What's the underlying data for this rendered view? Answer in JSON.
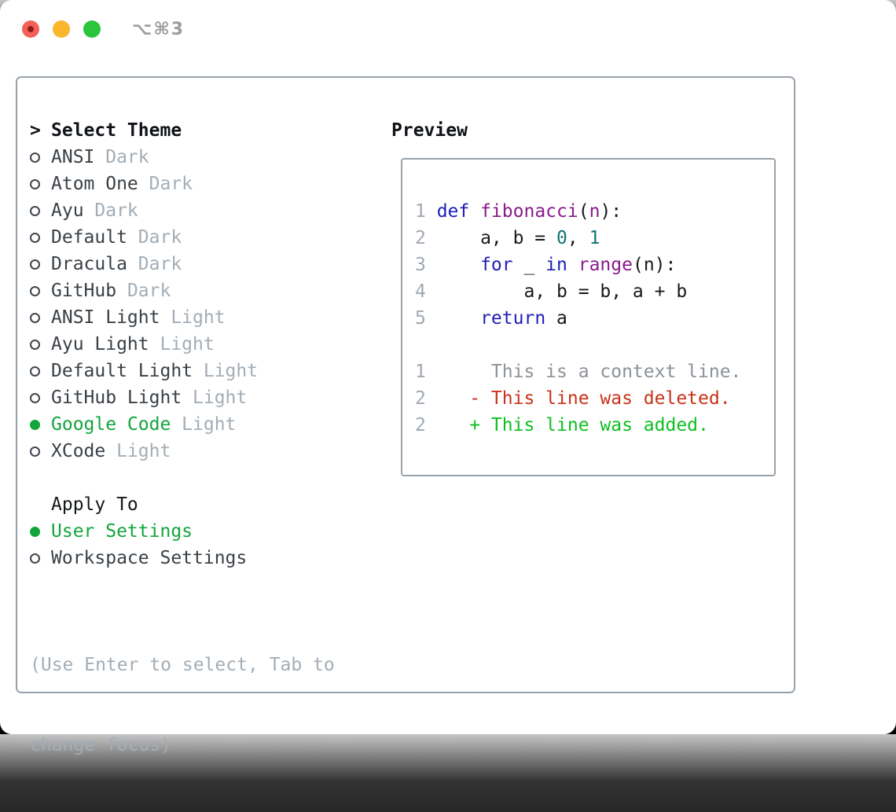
{
  "window": {
    "title": "⌥⌘3"
  },
  "theme_selector": {
    "header_prefix": ">",
    "header": "Select Theme",
    "items": [
      {
        "label": "ANSI",
        "tag": "Dark",
        "selected": false
      },
      {
        "label": "Atom One",
        "tag": "Dark",
        "selected": false
      },
      {
        "label": "Ayu",
        "tag": "Dark",
        "selected": false
      },
      {
        "label": "Default",
        "tag": "Dark",
        "selected": false
      },
      {
        "label": "Dracula",
        "tag": "Dark",
        "selected": false
      },
      {
        "label": "GitHub",
        "tag": "Dark",
        "selected": false
      },
      {
        "label": "ANSI Light",
        "tag": "Light",
        "selected": false
      },
      {
        "label": "Ayu Light",
        "tag": "Light",
        "selected": false
      },
      {
        "label": "Default Light",
        "tag": "Light",
        "selected": false
      },
      {
        "label": "GitHub Light",
        "tag": "Light",
        "selected": false
      },
      {
        "label": "Google Code",
        "tag": "Light",
        "selected": true
      },
      {
        "label": "XCode",
        "tag": "Light",
        "selected": false
      }
    ],
    "apply_to": {
      "header": "Apply To",
      "options": [
        {
          "label": "User Settings",
          "selected": true
        },
        {
          "label": "Workspace Settings",
          "selected": false
        }
      ]
    },
    "help_lines": [
      "(Use Enter to select, Tab to",
      "change focus)"
    ]
  },
  "preview": {
    "header": "Preview",
    "code_lines": [
      {
        "num": "1",
        "tokens": [
          {
            "text": "def",
            "style": "keyword"
          },
          {
            "text": " ",
            "style": "plain"
          },
          {
            "text": "fibonacci",
            "style": "title"
          },
          {
            "text": "(",
            "style": "plain"
          },
          {
            "text": "n",
            "style": "title"
          },
          {
            "text": "):",
            "style": "plain"
          }
        ]
      },
      {
        "num": "2",
        "tokens": [
          {
            "text": "    a, b = ",
            "style": "plain"
          },
          {
            "text": "0",
            "style": "literal"
          },
          {
            "text": ", ",
            "style": "plain"
          },
          {
            "text": "1",
            "style": "literal"
          }
        ]
      },
      {
        "num": "3",
        "tokens": [
          {
            "text": "    ",
            "style": "plain"
          },
          {
            "text": "for",
            "style": "keyword"
          },
          {
            "text": " _ ",
            "style": "plain"
          },
          {
            "text": "in",
            "style": "keyword"
          },
          {
            "text": " ",
            "style": "plain"
          },
          {
            "text": "range",
            "style": "title"
          },
          {
            "text": "(n):",
            "style": "plain"
          }
        ]
      },
      {
        "num": "4",
        "tokens": [
          {
            "text": "        a, b = b, a + b",
            "style": "plain"
          }
        ]
      },
      {
        "num": "5",
        "tokens": [
          {
            "text": "    ",
            "style": "plain"
          },
          {
            "text": "return",
            "style": "keyword"
          },
          {
            "text": " a",
            "style": "plain"
          }
        ]
      }
    ],
    "diff_lines": [
      {
        "num": "1",
        "kind": "context",
        "text": "     This is a context line."
      },
      {
        "num": "2",
        "kind": "deleted",
        "text": "   - This line was deleted."
      },
      {
        "num": "2",
        "kind": "added",
        "text": "   + This line was added."
      }
    ]
  },
  "colors": {
    "selection_green": "#13a53c",
    "added_green": "#0cc01f",
    "deleted_red": "#c8331a",
    "keyword_blue": "#1e1eb8",
    "title_purple": "#8a1b8a",
    "literal_teal": "#0f7373",
    "muted_gray": "#a3adb6",
    "panel_border": "#99a2ab",
    "traffic_red": "#f4605a",
    "traffic_yellow": "#f9b52c",
    "traffic_green": "#2bc43d"
  }
}
